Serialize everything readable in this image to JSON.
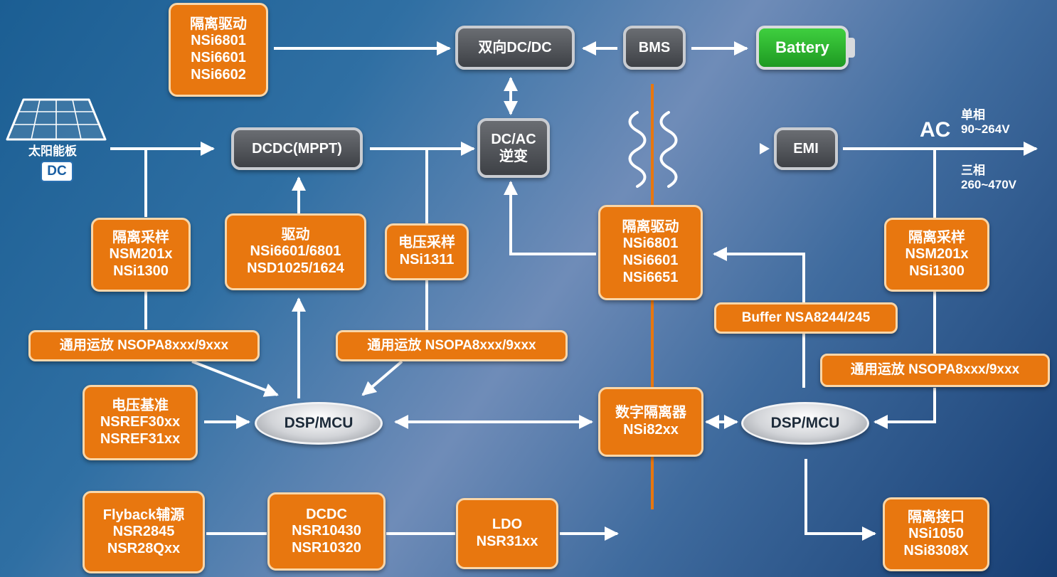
{
  "solar_panel": {
    "label": "太阳能板",
    "tag": "DC"
  },
  "gray_blocks": {
    "dcdc_bidir": "双向DC/DC",
    "bms": "BMS",
    "dcdc_mppt": "DCDC(MPPT)",
    "dcac": [
      "DC/AC",
      "逆变"
    ],
    "emi": "EMI"
  },
  "battery": "Battery",
  "ac_output": {
    "label": "AC",
    "single_phase": [
      "单相",
      "90~264V"
    ],
    "three_phase": [
      "三相",
      "260~470V"
    ]
  },
  "mcu": {
    "left": "DSP/MCU",
    "right": "DSP/MCU"
  },
  "orange_blocks": {
    "iso_driver_top": [
      "隔离驱动",
      "NSi6801",
      "NSi6601",
      "NSi6602"
    ],
    "iso_sample_left": [
      "隔离采样",
      "NSM201x",
      "NSi1300"
    ],
    "driver": [
      "驱动",
      "NSi6601/6801",
      "NSD1025/1624"
    ],
    "volt_sample": [
      "电压采样",
      "NSi1311"
    ],
    "iso_driver_mid": [
      "隔离驱动",
      "NSi6801",
      "NSi6601",
      "NSi6651"
    ],
    "iso_sample_right": [
      "隔离采样",
      "NSM201x",
      "NSi1300"
    ],
    "buffer": "Buffer NSA8244/245",
    "opamp_left": "通用运放 NSOPA8xxx/9xxx",
    "opamp_mid": "通用运放 NSOPA8xxx/9xxx",
    "opamp_right": "通用运放 NSOPA8xxx/9xxx",
    "vref": [
      "电压基准",
      "NSREF30xx",
      "NSREF31xx"
    ],
    "digital_iso": [
      "数字隔离器",
      "NSi82xx"
    ],
    "flyback": [
      "Flyback辅源",
      "NSR2845",
      "NSR28Qxx"
    ],
    "dcdc_aux": [
      "DCDC",
      "NSR10430",
      "NSR10320"
    ],
    "ldo": [
      "LDO",
      "NSR31xx"
    ],
    "iso_interface": [
      "隔离接口",
      "NSi1050",
      "NSi8308X"
    ]
  },
  "colors": {
    "orange": "#e8770f",
    "orange_border": "#f9d6a8",
    "gray": "#4d5055",
    "green": "#2db82f",
    "wire": "#ffffff",
    "iso_barrier": "#e8770f"
  }
}
